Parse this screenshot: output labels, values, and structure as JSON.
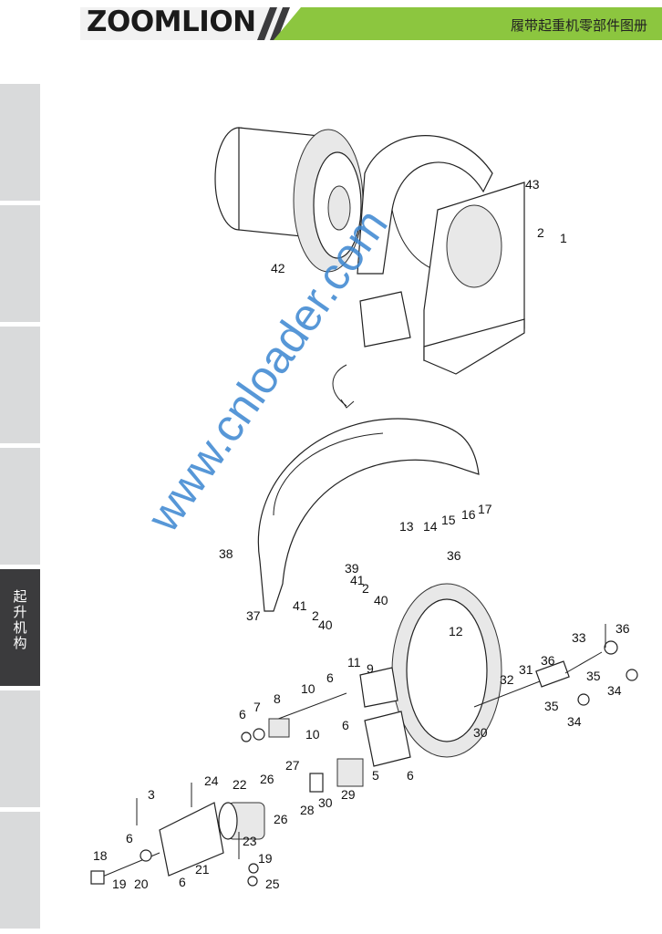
{
  "header": {
    "brand": "ZOOMLION",
    "book_title": "履带起重机零部件图册",
    "colors": {
      "accent": "#8cc63f",
      "tab_active": "#3b3b3d",
      "tab_inactive": "#d9dadb"
    }
  },
  "side_tabs": [
    {
      "label": ""
    },
    {
      "label": ""
    },
    {
      "label": ""
    },
    {
      "label": ""
    },
    {
      "label": "起升机构",
      "active": true
    },
    {
      "label": ""
    },
    {
      "label": ""
    }
  ],
  "watermark": "www.cnloader.com",
  "callouts": [
    "1",
    "2",
    "3",
    "5",
    "6",
    "6",
    "6",
    "6",
    "6",
    "6",
    "7",
    "8",
    "9",
    "10",
    "10",
    "11",
    "12",
    "13",
    "14",
    "15",
    "16",
    "17",
    "18",
    "19",
    "19",
    "20",
    "21",
    "22",
    "23",
    "24",
    "25",
    "26",
    "26",
    "27",
    "28",
    "29",
    "30",
    "30",
    "31",
    "32",
    "33",
    "34",
    "34",
    "35",
    "35",
    "36",
    "36",
    "36",
    "37",
    "38",
    "39",
    "40",
    "40",
    "41",
    "41",
    "42",
    "43",
    "2",
    "2"
  ]
}
